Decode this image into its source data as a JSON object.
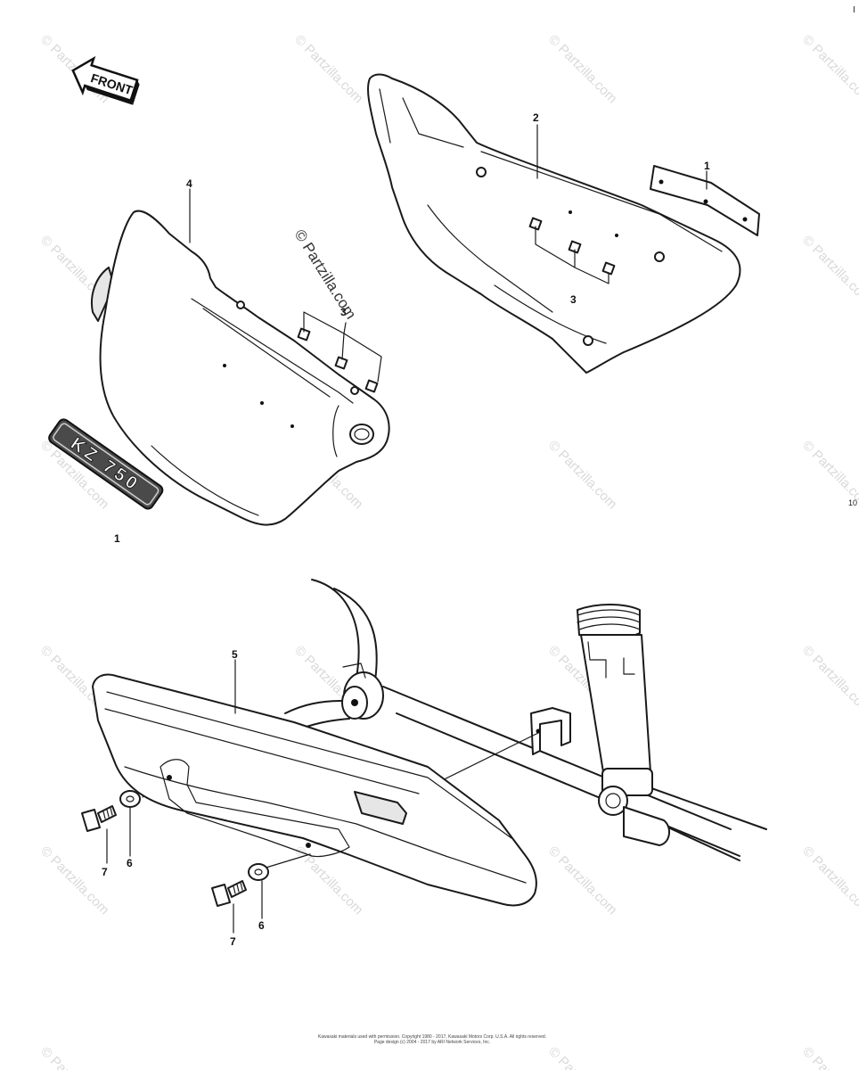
{
  "watermark_text": "© Partzilla.com",
  "big_watermark_text": "© Partzilla.com",
  "front_arrow_label": "FRONT",
  "emblem_text": "KZ 750",
  "callouts": {
    "c1_left": "1",
    "c1_right": "1",
    "c2": "2",
    "c3_left": "3",
    "c3_right": "3",
    "c4": "4",
    "c5": "5",
    "c6_upper": "6",
    "c6_lower": "6",
    "c7_upper": "7",
    "c7_lower": "7"
  },
  "figure_number": "10",
  "edge_mark": "I",
  "footer": {
    "line1": "Kawasaki materials used with permission. Copyright 1980 - 2017, Kawasaki Motors Corp. U.S.A. All rights reserved.",
    "line2": "Page design (c) 2004 - 2017 by ARI Network Services, Inc."
  }
}
